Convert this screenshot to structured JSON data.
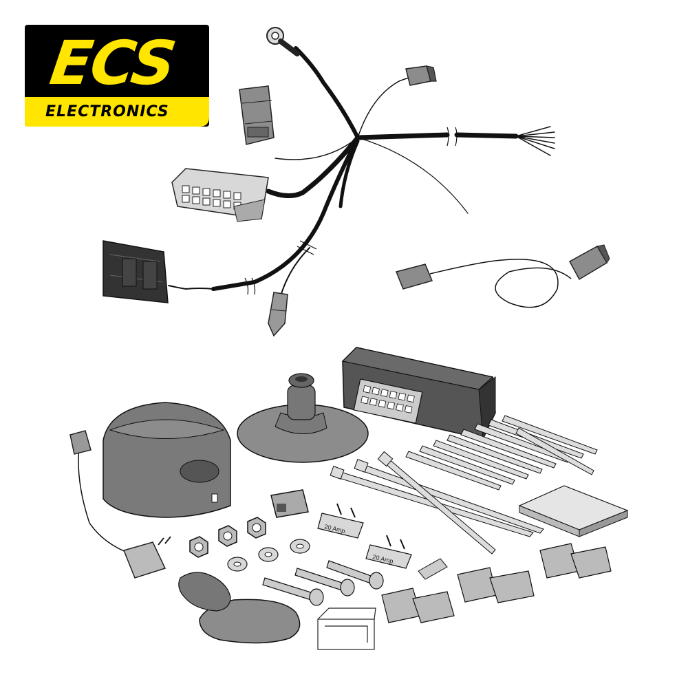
{
  "brand": {
    "logo_letters": "ECS",
    "logo_sub": "ELECTRONICS",
    "colors": {
      "yellow": "#ffe500",
      "black": "#000000"
    }
  },
  "kit": {
    "fuse_labels": [
      "20 Amp.",
      "20 Amp."
    ]
  },
  "colors": {
    "part_gray": "#8c8c8c",
    "part_dark": "#444444",
    "part_light": "#c8c8c8",
    "wire": "#111111"
  }
}
